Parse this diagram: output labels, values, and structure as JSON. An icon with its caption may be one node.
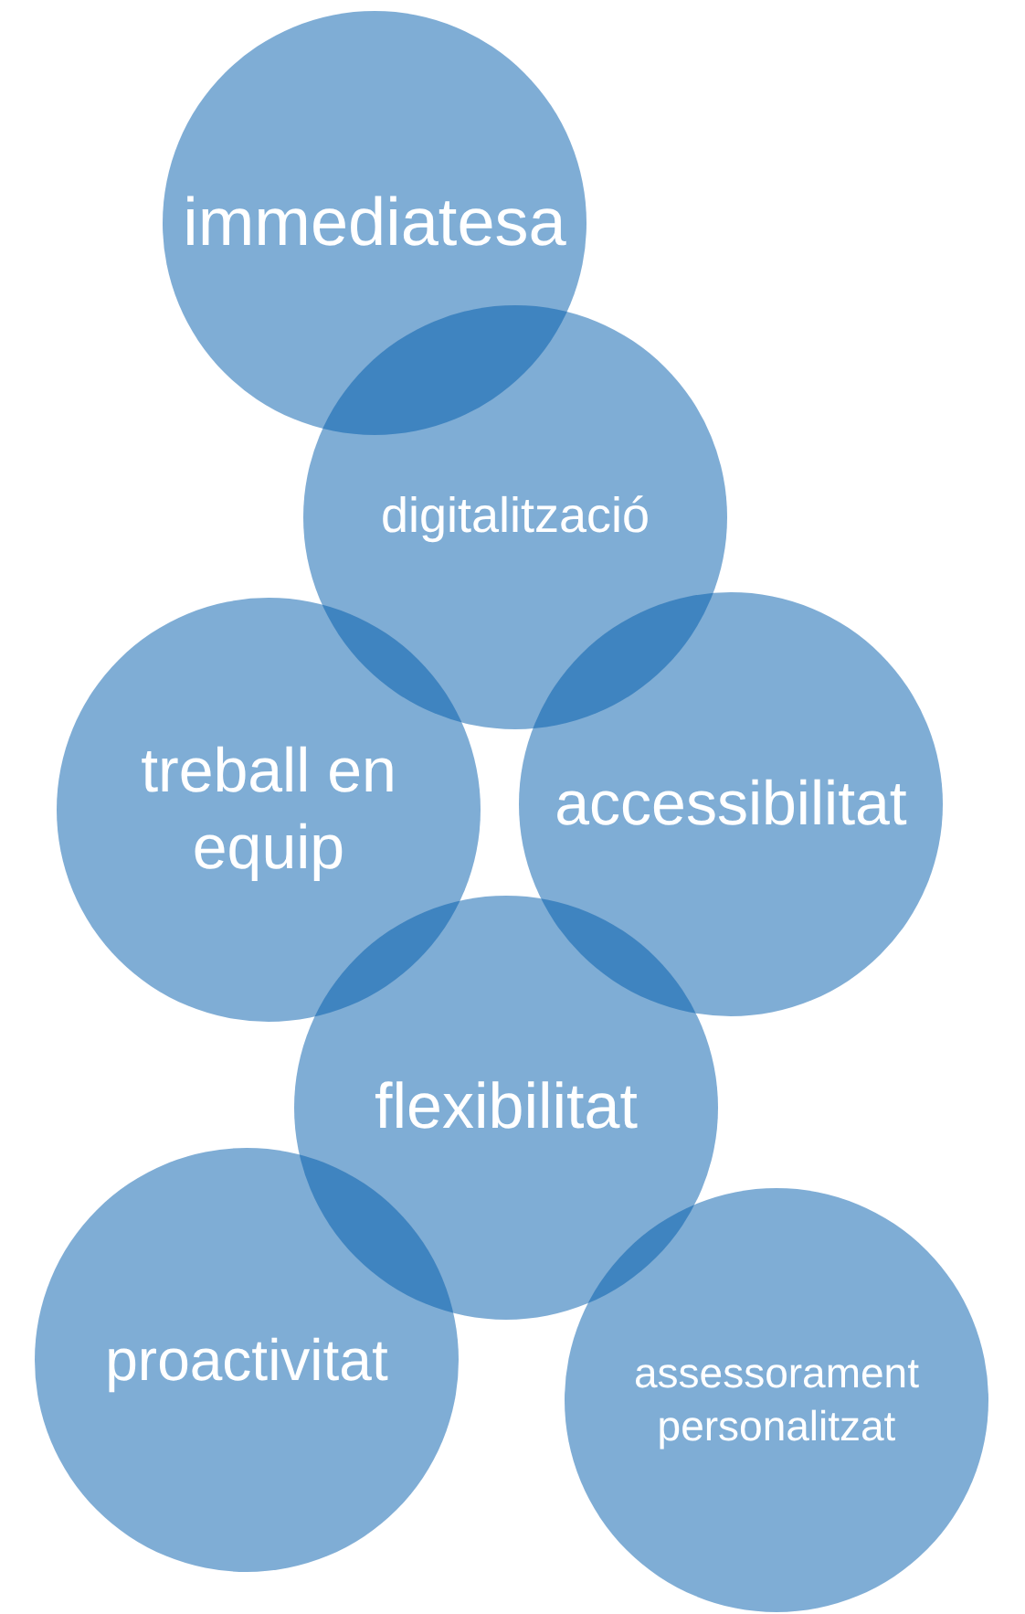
{
  "diagram": {
    "nodes": [
      {
        "text": [
          "immediatesa"
        ]
      },
      {
        "text": [
          "digitalització"
        ]
      },
      {
        "text": [
          "treball en equip"
        ]
      },
      {
        "text": [
          "accessibilitat"
        ]
      },
      {
        "text": [
          "flexibilitat"
        ]
      },
      {
        "text": [
          "proactivitat"
        ]
      },
      {
        "text": [
          "assessorament personalitzat"
        ]
      }
    ]
  }
}
